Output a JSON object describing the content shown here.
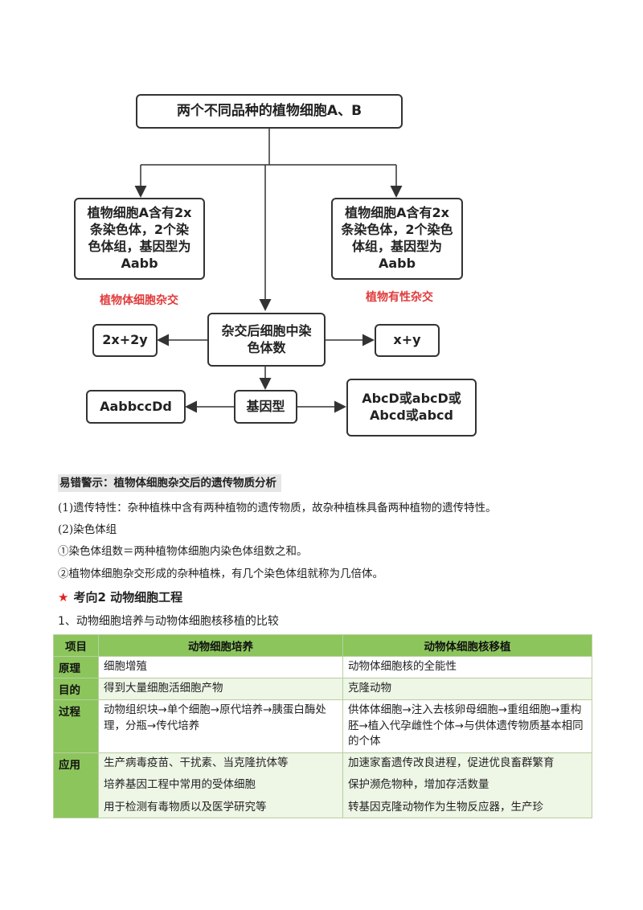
{
  "diagram": {
    "top": "两个不同品种的植物细胞A、B",
    "left_cell": "植物细胞A含有2x条染色体，2个染色体组，基因型为Aabb",
    "right_cell": "植物细胞A含有2x条染色体，2个染色体组，基因型为Aabb",
    "left_label": "植物体细胞杂交",
    "right_label": "植物有性杂交",
    "middle": "杂交后细胞中染色体数",
    "mid_left": "2x+2y",
    "mid_right": "x+y",
    "genotype": "基因型",
    "geno_left": "AabbccDd",
    "geno_right_1": "AbcD或abcD或",
    "geno_right_2": "Abcd或abcd"
  },
  "warning": {
    "title": "易错警示：植物体细胞杂交后的遗传物质分析",
    "p1": "(1)遗传特性：杂种植株中含有两种植物的遗传物质，故杂种植株具备两种植物的遗传特性。",
    "p2": "(2)染色体组",
    "p3": "①染色体组数＝两种植物体细胞内染色体组数之和。",
    "p4": "②植物体细胞杂交形成的杂种植株，有几个染色体组就称为几倍体。"
  },
  "section": {
    "star": "★",
    "title": "考向2 动物细胞工程",
    "subtitle": "1、动物细胞培养与动物体细胞核移植的比较"
  },
  "table": {
    "headers": [
      "项目",
      "动物细胞培养",
      "动物体细胞核移植"
    ],
    "rows": [
      {
        "label": "原理",
        "c1": [
          "细胞增殖"
        ],
        "c2": [
          "动物体细胞核的全能性"
        ]
      },
      {
        "label": "目的",
        "c1": [
          "得到大量细胞活细胞产物"
        ],
        "c2": [
          "克隆动物"
        ]
      },
      {
        "label": "过程",
        "c1": [
          "动物组织块→单个细胞→原代培养→胰蛋白酶处理，分瓶→传代培养"
        ],
        "c2": [
          "供体体细胞→注入去核卵母细胞→重组细胞→重构胚→植入代孕雌性个体→与供体遗传物质基本相同的个体"
        ]
      },
      {
        "label": "应用",
        "c1": [
          "生产病毒疫苗、干扰素、当克隆抗体等",
          "培养基因工程中常用的受体细胞",
          "用于检测有毒物质以及医学研究等"
        ],
        "c2": [
          "加速家畜遗传改良进程，促进优良畜群繁育",
          "保护濒危物种，增加存活数量",
          "转基因克隆动物作为生物反应器，生产珍"
        ]
      }
    ]
  }
}
